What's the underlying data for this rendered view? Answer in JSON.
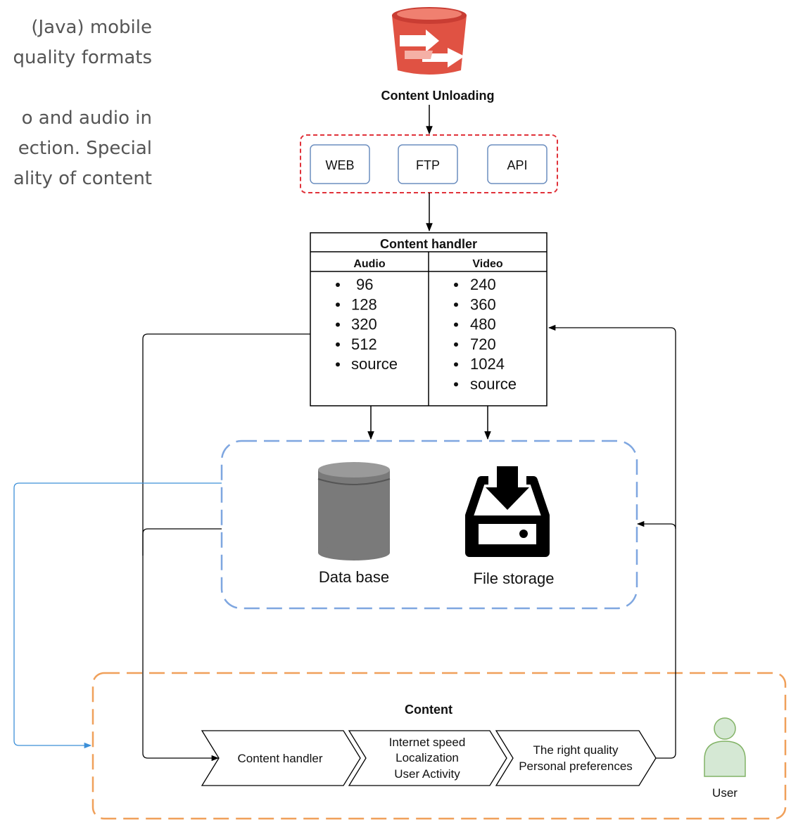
{
  "intro_lines": [
    "(Java) mobile",
    "quality formats",
    "",
    "o and audio in",
    "ection. Special",
    "ality of content"
  ],
  "unloading": {
    "label": "Content Unloading",
    "sources": [
      "WEB",
      "FTP",
      "API"
    ]
  },
  "handler": {
    "title": "Content handler",
    "audio_header": "Audio",
    "video_header": "Video",
    "audio_items": [
      "96",
      "128",
      "320",
      "512",
      "source"
    ],
    "video_items": [
      "240",
      "360",
      "480",
      "720",
      "1024",
      "source"
    ]
  },
  "storage": {
    "database_label": "Data base",
    "file_storage_label": "File storage"
  },
  "content": {
    "title": "Content",
    "step1": "Content handler",
    "step2_lines": [
      "Internet speed",
      "Localization",
      "User Activity"
    ],
    "step3_lines": [
      "The right quality",
      "Personal preferences"
    ],
    "user_label": "User"
  },
  "colors": {
    "red_group": "#e0323a",
    "blue_group": "#7ea6e0",
    "orange_group": "#f0a05a",
    "source_box_border": "#6c8ebf",
    "link_blue": "#3c8fd8",
    "user_fill": "#d5e8d4",
    "user_stroke": "#82b366",
    "bucket_red": "#e05243"
  }
}
